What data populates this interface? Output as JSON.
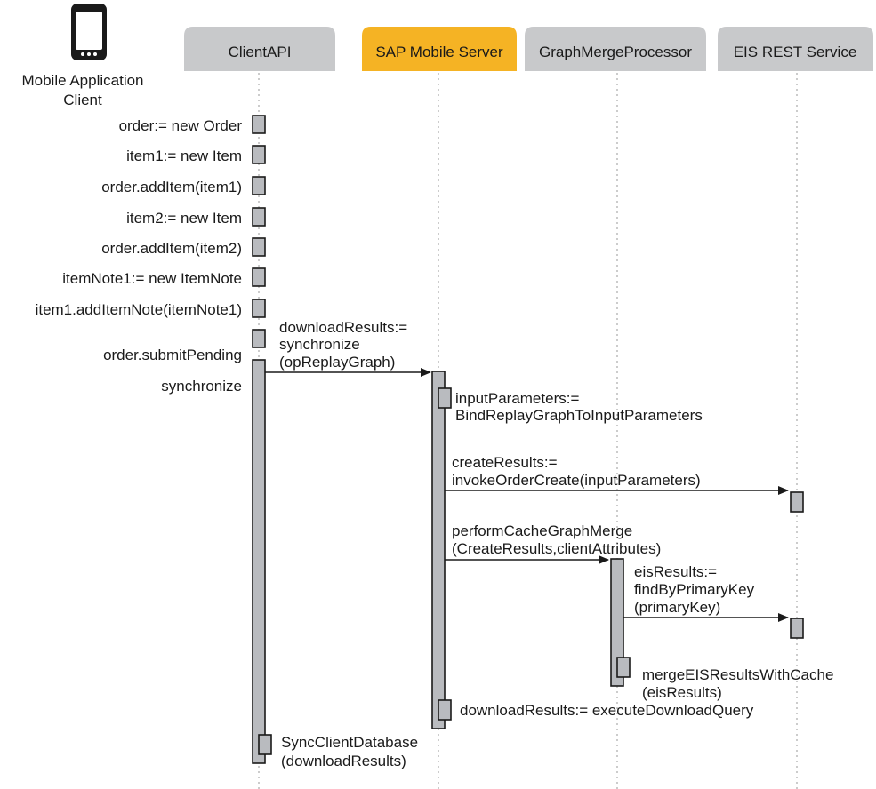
{
  "actor": {
    "icon": "mobile-phone-icon",
    "label_line1": "Mobile Application",
    "label_line2": "Client"
  },
  "participants": [
    {
      "label": "ClientAPI",
      "color": "#c8c9cb"
    },
    {
      "label": "SAP Mobile Server",
      "color": "#f5b324"
    },
    {
      "label": "GraphMergeProcessor",
      "color": "#c8c9cb"
    },
    {
      "label": "EIS REST Service",
      "color": "#c8c9cb"
    }
  ],
  "client_calls": [
    "order:= new Order",
    "item1:= new Item",
    "order.addItem(item1)",
    "item2:= new Item",
    "order.addItem(item2)",
    "itemNote1:= new ItemNote",
    "item1.addItemNote(itemNote1)",
    "order.submitPending",
    "synchronize"
  ],
  "messages": {
    "download_sync": [
      "downloadResults:=",
      "synchronize",
      "(opReplayGraph)"
    ],
    "input_params": [
      "inputParameters:=",
      "BindReplayGraphToInputParameters"
    ],
    "create_results": [
      "createResults:=",
      "invokeOrderCreate(inputParameters)"
    ],
    "cache_merge": [
      "performCacheGraphMerge",
      "(CreateResults,clientAttributes)"
    ],
    "eis_results": [
      "eisResults:=",
      "findByPrimaryKey",
      "(primaryKey)"
    ],
    "merge_eis": [
      "mergeEISResultsWithCache",
      "(eisResults)"
    ],
    "download_query": [
      "downloadResults:= executeDownloadQuery"
    ],
    "sync_db": [
      "SyncClientDatabase",
      "(downloadResults)"
    ]
  },
  "colors": {
    "activation": "#b9bbbf",
    "header_gray": "#c8c9cb",
    "header_accent": "#f5b324",
    "line": "#1a1a1a"
  }
}
